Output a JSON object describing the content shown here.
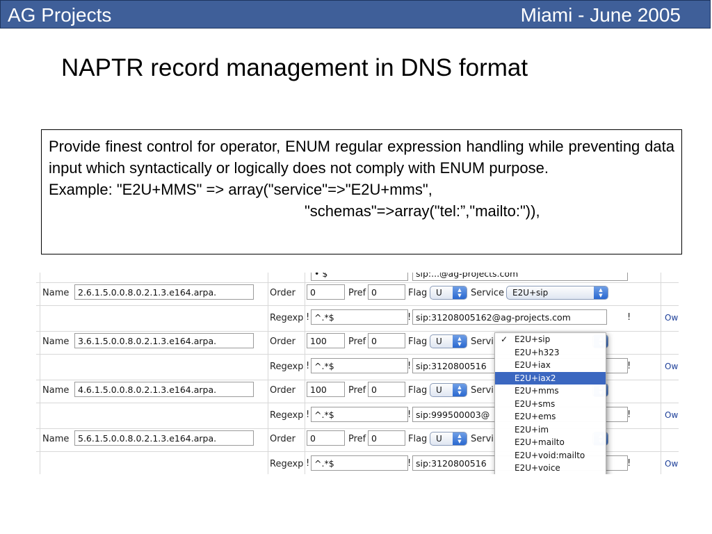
{
  "header": {
    "left": "AG Projects",
    "right": "Miami - June 2005"
  },
  "page_title": "NAPTR record management in DNS format",
  "textbox": {
    "paragraph": "Provide finest control for operator, ENUM regular expression handling while preventing data input which syntactically or logically does not comply with ENUM purpose.",
    "example_line1": "Example: \"E2U+MMS\" => array(\"service\"=>\"E2U+mms\",",
    "example_line2": "\"schemas\"=>array(\"tel:”,\"mailto:\")),"
  },
  "form": {
    "labels": {
      "name": "Name",
      "order": "Order",
      "pref": "Pref",
      "flag": "Flag",
      "service": "Service",
      "regexp": "Regexp",
      "bang": "!",
      "owner": "Ow",
      "service_partial": "Servi"
    },
    "top_partial": {
      "left": "• $",
      "right": "sip:...@ag-projects.com"
    },
    "records": [
      {
        "name": "2.6.1.5.0.0.8.0.2.1.3.e164.arpa.",
        "order": "0",
        "pref": "0",
        "flag": "U",
        "service": "E2U+sip",
        "regexp": "^.*$",
        "replacement": "sip:31208005162@ag-projects.com"
      },
      {
        "name": "3.6.1.5.0.0.8.0.2.1.3.e164.arpa.",
        "order": "100",
        "pref": "0",
        "flag": "U",
        "regexp": "^.*$",
        "replacement": "sip:3120800516"
      },
      {
        "name": "4.6.1.5.0.0.8.0.2.1.3.e164.arpa.",
        "order": "100",
        "pref": "0",
        "flag": "U",
        "regexp": "^.*$",
        "replacement": "sip:999500003@"
      },
      {
        "name": "5.6.1.5.0.0.8.0.2.1.3.e164.arpa.",
        "order": "0",
        "pref": "0",
        "flag": "U",
        "regexp": "^.*$",
        "replacement": "sip:3120800516"
      }
    ],
    "service_menu": {
      "check": "✓",
      "selected_index": 3,
      "items": [
        "E2U+sip",
        "E2U+h323",
        "E2U+iax",
        "E2U+iax2",
        "E2U+mms",
        "E2U+sms",
        "E2U+ems",
        "E2U+im",
        "E2U+mailto",
        "E2U+void:mailto",
        "E2U+voice"
      ]
    }
  }
}
